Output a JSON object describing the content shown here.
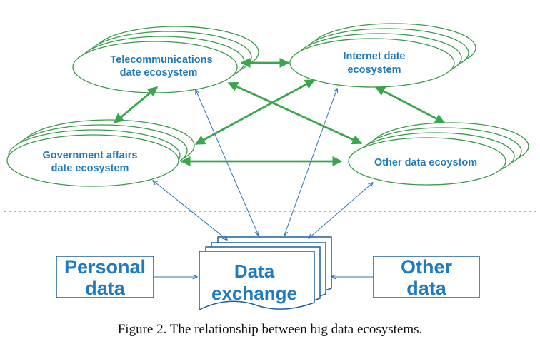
{
  "ecosystems": {
    "telecom": {
      "line1": "Telecommunications",
      "line2": "date ecosystem"
    },
    "internet": {
      "line1": "Internet date",
      "line2": "ecosystem"
    },
    "government": {
      "line1": "Government affairs",
      "line2": "date ecosystem"
    },
    "other": {
      "line1": "Other data  ecoystom"
    }
  },
  "boxes": {
    "personal": {
      "line1": "Personal",
      "line2": "data"
    },
    "exchange": {
      "line1": "Data",
      "line2": "exchange"
    },
    "other": {
      "line1": "Other",
      "line2": "data"
    }
  },
  "caption": "Figure 2. The relationship between big data ecosystems.",
  "colors": {
    "text_blue": "#1f7bbf",
    "ellipse_stroke": "#3a9a4a",
    "green_arrow": "#3aa64c",
    "blue_arrow": "#2e73b8",
    "box_stroke": "#1f5f99",
    "divider": "#8a4a9a"
  }
}
